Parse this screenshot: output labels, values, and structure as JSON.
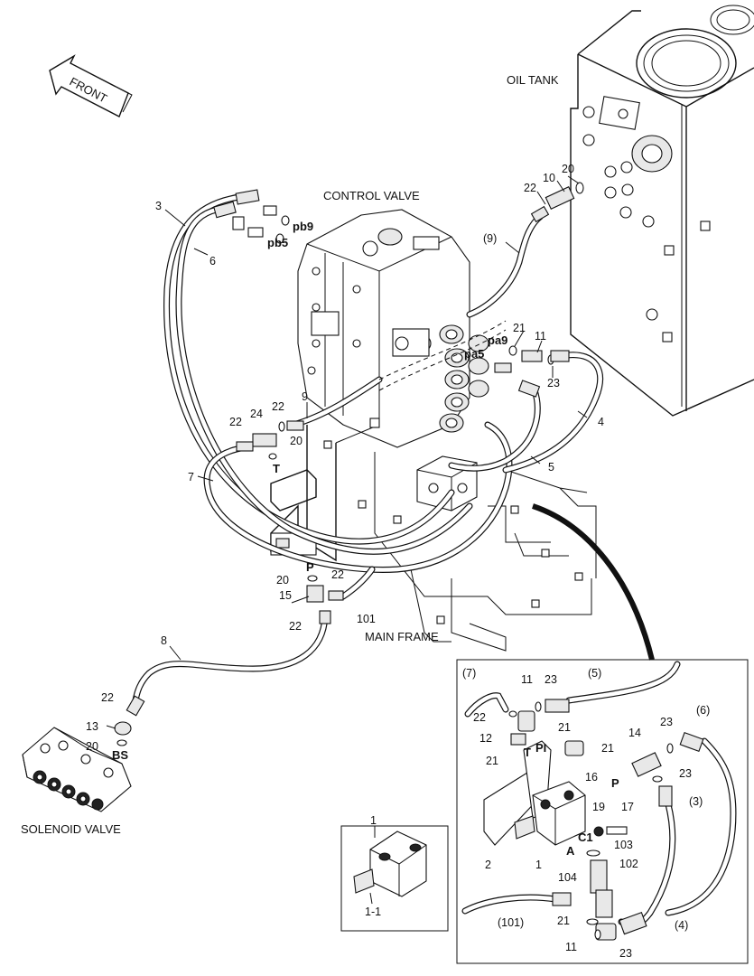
{
  "titles": {
    "oil_tank": "OIL TANK",
    "control_valve": "CONTROL VALVE",
    "main_frame": "MAIN FRAME",
    "solenoid_valve": "SOLENOID VALVE",
    "front": "FRONT"
  },
  "ports": {
    "pb9": "pb9",
    "pb5": "pb5",
    "pa9": "pa9",
    "pa5": "pa5",
    "t_main": "T",
    "p_main": "P",
    "bs": "BS",
    "t_detail": "T",
    "pi_detail": "PI",
    "p_detail": "P",
    "c1_detail": "C1",
    "a_detail": "A"
  },
  "labels": {
    "l3": "3",
    "l6": "6",
    "l9_paren": "(9)",
    "l22_a": "22",
    "l10": "10",
    "l20_a": "20",
    "l21_a": "21",
    "l11_a": "11",
    "l23_a": "23",
    "l4": "4",
    "l5": "5",
    "l9": "9",
    "l22_b": "22",
    "l24": "24",
    "l22_c": "22",
    "l20_b": "20",
    "l7": "7",
    "l20_c": "20",
    "l22_d": "22",
    "l15": "15",
    "l22_e": "22",
    "l101": "101",
    "l8": "8",
    "l22_f": "22",
    "l13": "13",
    "l20_d": "20",
    "d_7": "(7)",
    "d_11": "11",
    "d_23a": "23",
    "d_5": "(5)",
    "d_6": "(6)",
    "d_22": "22",
    "d_21a": "21",
    "d_12": "12",
    "d_21b": "21",
    "d_21c": "21",
    "d_16": "16",
    "d_14": "14",
    "d_23b": "23",
    "d_23c": "23",
    "d_3": "(3)",
    "d_19": "19",
    "d_17": "17",
    "d_103": "103",
    "d_102": "102",
    "d_2": "2",
    "d_1": "1",
    "d_104": "104",
    "d_101": "(101)",
    "d_21d": "21",
    "d_4": "(4)",
    "d_11b": "11",
    "d_23d": "23",
    "i_1": "1",
    "i_1_1": "1-1"
  }
}
